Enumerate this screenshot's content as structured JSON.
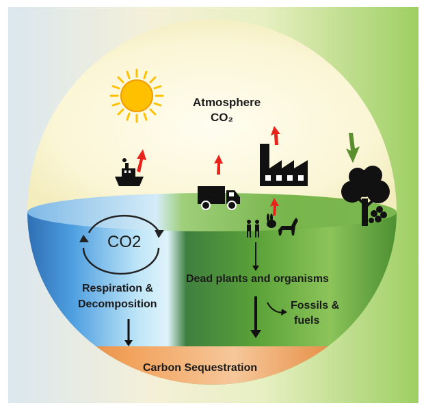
{
  "atmosphere": {
    "title": "Atmosphere",
    "gas": "CO₂"
  },
  "ocean": {
    "cycle_label": "CO2",
    "process_line1": "Respiration &",
    "process_line2": "Decomposition"
  },
  "land": {
    "dead_matter": "Dead plants and organisms",
    "fossils_line1": "Fossils &",
    "fossils_line2": "fuels"
  },
  "base": {
    "label": "Carbon Sequestration"
  },
  "colors": {
    "emission_arrow": "#e8231b",
    "uptake_arrow": "#5b8f2e",
    "sun": "#ffc000",
    "ocean": "#3a86cc",
    "land": "#5ca837",
    "sequestration": "#d9782b"
  },
  "icons": [
    "sun-icon",
    "ship-icon",
    "truck-icon",
    "factory-icon",
    "tree-icon",
    "people-icon",
    "animals-icon",
    "cycle-arrows-icon"
  ]
}
